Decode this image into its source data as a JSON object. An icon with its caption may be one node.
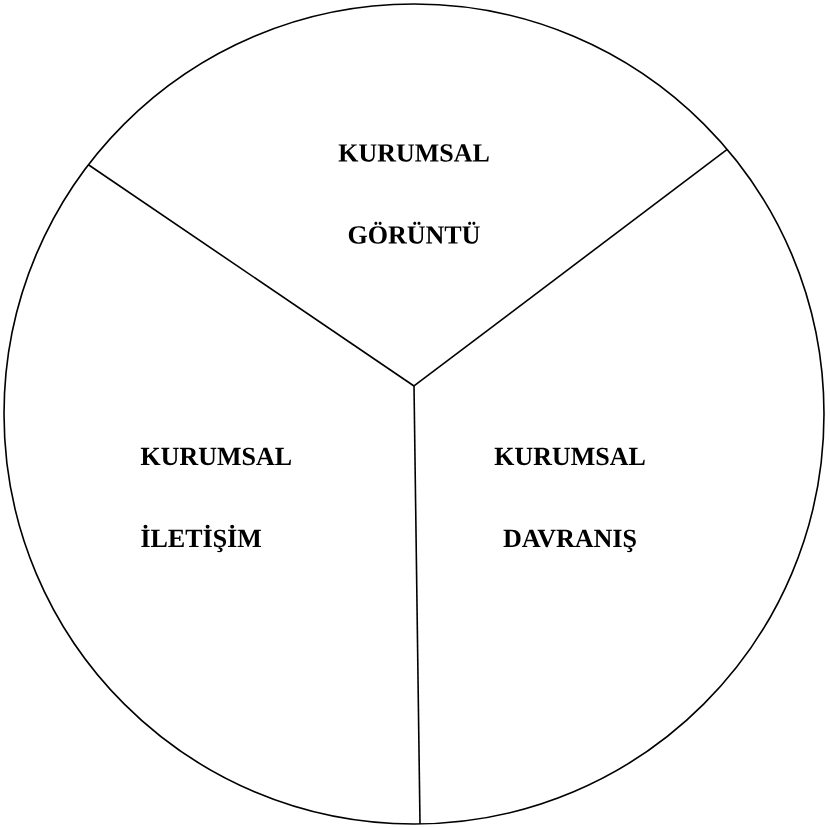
{
  "diagram": {
    "nodes": [
      {
        "text": [],
        "shape": "circle"
      },
      {
        "text": [
          "KURUMSAL GÖRÜNTÜ"
        ],
        "in": 0
      },
      {
        "text": [
          "KURUMSAL İLETİŞİM"
        ],
        "in": 0
      },
      {
        "text": [
          "KURUMSAL DAVRANIŞ"
        ],
        "in": 0
      }
    ]
  }
}
